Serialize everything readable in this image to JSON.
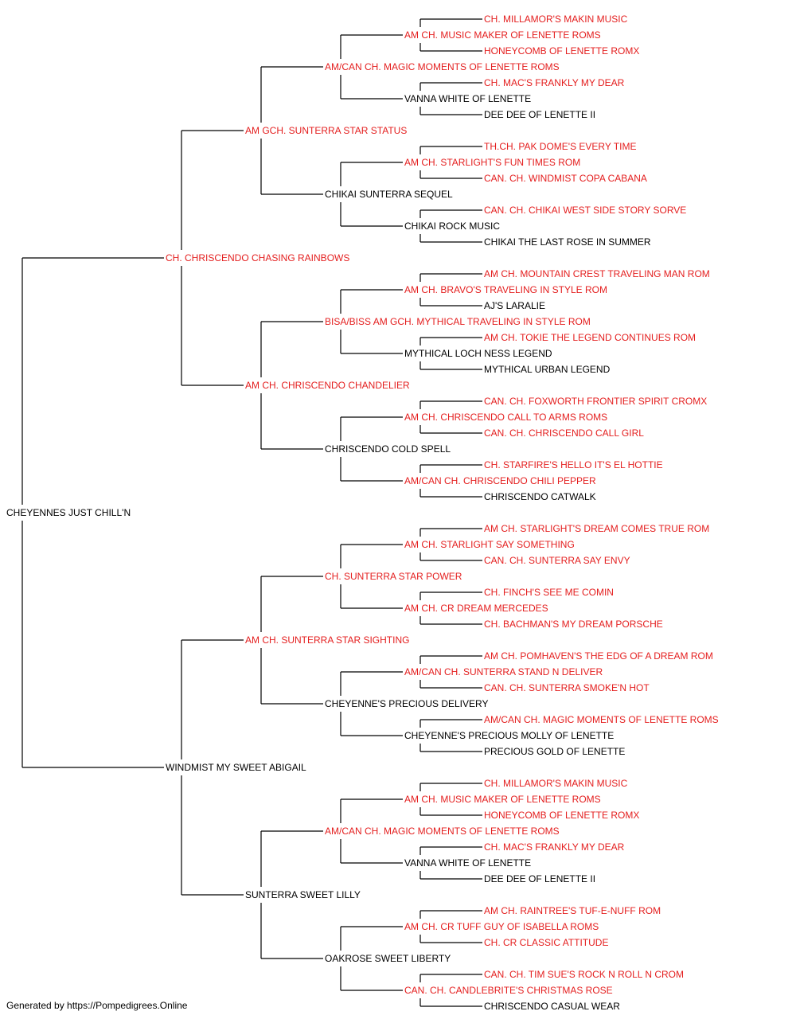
{
  "colors": {
    "champion": "#e41e1e",
    "plain": "#000000",
    "line": "#000000"
  },
  "subject": {
    "name": "CHEYENNES JUST CHILL'N",
    "champion": false
  },
  "sire": {
    "name": "CH. CHRISCENDO CHASING RAINBOWS",
    "champion": true,
    "sire": {
      "name": "AM GCH. SUNTERRA STAR STATUS",
      "champion": true,
      "sire": {
        "name": "AM/CAN CH. MAGIC MOMENTS OF LENETTE ROMS",
        "champion": true,
        "sire": {
          "name": "AM CH. MUSIC MAKER OF LENETTE ROMS",
          "champion": true,
          "sire": {
            "name": "CH. MILLAMOR'S MAKIN MUSIC",
            "champion": true
          },
          "dam": {
            "name": "HONEYCOMB OF LENETTE ROMX",
            "champion": true
          }
        },
        "dam": {
          "name": "VANNA WHITE OF LENETTE",
          "champion": false,
          "sire": {
            "name": "CH. MAC'S FRANKLY MY DEAR",
            "champion": true
          },
          "dam": {
            "name": "DEE DEE OF LENETTE II",
            "champion": false
          }
        }
      },
      "dam": {
        "name": "CHIKAI SUNTERRA SEQUEL",
        "champion": false,
        "sire": {
          "name": "AM CH. STARLIGHT'S FUN TIMES ROM",
          "champion": true,
          "sire": {
            "name": "TH.CH. PAK DOME'S EVERY TIME",
            "champion": true
          },
          "dam": {
            "name": "CAN. CH. WINDMIST COPA CABANA",
            "champion": true
          }
        },
        "dam": {
          "name": "CHIKAI ROCK MUSIC",
          "champion": false,
          "sire": {
            "name": "CAN. CH. CHIKAI WEST SIDE STORY SORVE",
            "champion": true
          },
          "dam": {
            "name": "CHIKAI THE LAST ROSE IN SUMMER",
            "champion": false
          }
        }
      }
    },
    "dam": {
      "name": "AM CH. CHRISCENDO CHANDELIER",
      "champion": true,
      "sire": {
        "name": "BISA/BISS AM GCH. MYTHICAL TRAVELING IN STYLE ROM",
        "champion": true,
        "sire": {
          "name": "AM CH. BRAVO'S TRAVELING IN STYLE ROM",
          "champion": true,
          "sire": {
            "name": "AM CH. MOUNTAIN CREST TRAVELING MAN ROM",
            "champion": true
          },
          "dam": {
            "name": "AJ'S LARALIE",
            "champion": false
          }
        },
        "dam": {
          "name": "MYTHICAL LOCH NESS LEGEND",
          "champion": false,
          "sire": {
            "name": "AM CH. TOKIE THE LEGEND CONTINUES ROM",
            "champion": true
          },
          "dam": {
            "name": "MYTHICAL URBAN LEGEND",
            "champion": false
          }
        }
      },
      "dam": {
        "name": "CHRISCENDO COLD SPELL",
        "champion": false,
        "sire": {
          "name": "AM CH. CHRISCENDO CALL TO ARMS ROMS",
          "champion": true,
          "sire": {
            "name": "CAN. CH. FOXWORTH FRONTIER SPIRIT CROMX",
            "champion": true
          },
          "dam": {
            "name": "CAN. CH. CHRISCENDO CALL GIRL",
            "champion": true
          }
        },
        "dam": {
          "name": "AM/CAN CH. CHRISCENDO CHILI PEPPER",
          "champion": true,
          "sire": {
            "name": "CH. STARFIRE'S HELLO IT'S EL HOTTIE",
            "champion": true
          },
          "dam": {
            "name": "CHRISCENDO CATWALK",
            "champion": false
          }
        }
      }
    }
  },
  "dam": {
    "name": "WINDMIST MY SWEET ABIGAIL",
    "champion": false,
    "sire": {
      "name": "AM CH. SUNTERRA STAR SIGHTING",
      "champion": true,
      "sire": {
        "name": "CH. SUNTERRA STAR POWER",
        "champion": true,
        "sire": {
          "name": "AM CH. STARLIGHT SAY SOMETHING",
          "champion": true,
          "sire": {
            "name": "AM CH. STARLIGHT'S DREAM COMES TRUE ROM",
            "champion": true
          },
          "dam": {
            "name": "CAN. CH. SUNTERRA SAY ENVY",
            "champion": true
          }
        },
        "dam": {
          "name": "AM CH. CR DREAM MERCEDES",
          "champion": true,
          "sire": {
            "name": "CH. FINCH'S SEE ME COMIN",
            "champion": true
          },
          "dam": {
            "name": "CH. BACHMAN'S MY DREAM PORSCHE",
            "champion": true
          }
        }
      },
      "dam": {
        "name": "CHEYENNE'S PRECIOUS DELIVERY",
        "champion": false,
        "sire": {
          "name": "AM/CAN CH. SUNTERRA STAND N DELIVER",
          "champion": true,
          "sire": {
            "name": "AM CH. POMHAVEN'S THE EDG OF A DREAM ROM",
            "champion": true
          },
          "dam": {
            "name": "CAN. CH. SUNTERRA SMOKE'N HOT",
            "champion": true
          }
        },
        "dam": {
          "name": "CHEYENNE'S PRECIOUS MOLLY OF LENETTE",
          "champion": false,
          "sire": {
            "name": "AM/CAN CH. MAGIC MOMENTS OF LENETTE ROMS",
            "champion": true
          },
          "dam": {
            "name": "PRECIOUS GOLD OF LENETTE",
            "champion": false
          }
        }
      }
    },
    "dam": {
      "name": "SUNTERRA SWEET LILLY",
      "champion": false,
      "sire": {
        "name": "AM/CAN CH. MAGIC MOMENTS OF LENETTE ROMS",
        "champion": true,
        "sire": {
          "name": "AM CH. MUSIC MAKER OF LENETTE ROMS",
          "champion": true,
          "sire": {
            "name": "CH. MILLAMOR'S MAKIN MUSIC",
            "champion": true
          },
          "dam": {
            "name": "HONEYCOMB OF LENETTE ROMX",
            "champion": true
          }
        },
        "dam": {
          "name": "VANNA WHITE OF LENETTE",
          "champion": false,
          "sire": {
            "name": "CH. MAC'S FRANKLY MY DEAR",
            "champion": true
          },
          "dam": {
            "name": "DEE DEE OF LENETTE II",
            "champion": false
          }
        }
      },
      "dam": {
        "name": "OAKROSE SWEET LIBERTY",
        "champion": false,
        "sire": {
          "name": "AM CH. CR TUFF GUY OF ISABELLA ROMS",
          "champion": true,
          "sire": {
            "name": "AM CH. RAINTREE'S TUF-E-NUFF ROM",
            "champion": true
          },
          "dam": {
            "name": "CH. CR CLASSIC ATTITUDE",
            "champion": true
          }
        },
        "dam": {
          "name": "CAN. CH. CANDLEBRITE'S CHRISTMAS ROSE",
          "champion": true,
          "sire": {
            "name": "CAN. CH. TIM SUE'S ROCK N ROLL N CROM",
            "champion": true
          },
          "dam": {
            "name": "CHRISCENDO CASUAL WEAR",
            "champion": false
          }
        }
      }
    }
  },
  "footer": "Generated by https://Pompedigrees.Online"
}
